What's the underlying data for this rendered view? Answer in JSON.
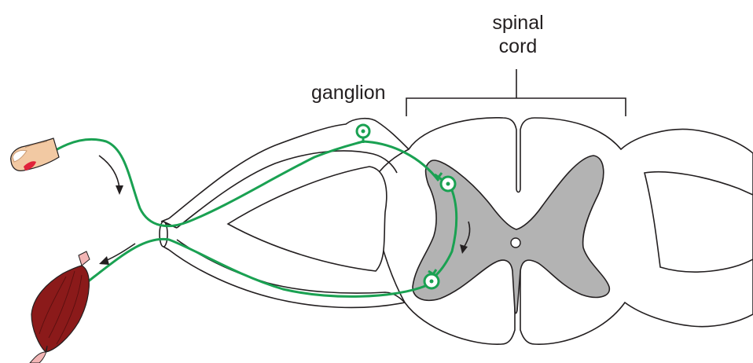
{
  "labels": {
    "spinal_cord_line1": "spinal",
    "spinal_cord_line2": "cord",
    "ganglion": "ganglion"
  },
  "colors": {
    "neuron": "#1aa152",
    "grey_matter": "#b3b3b3",
    "outline": "#231f20",
    "muscle": "#8b1a1a",
    "finger_skin": "#f2c9a3",
    "fingertip_red": "#e0233a"
  },
  "icons": {
    "finger": "finger-icon",
    "muscle": "muscle-icon"
  }
}
